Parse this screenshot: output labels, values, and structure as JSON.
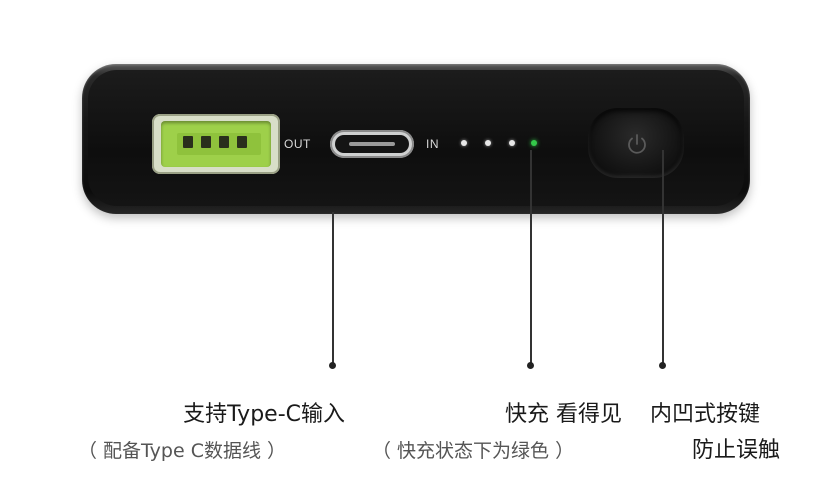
{
  "device": {
    "out_label": "OUT",
    "in_label": "IN"
  },
  "callouts": {
    "left": {
      "title": "支持Type-C输入",
      "subtitle": "（ 配备Type C数据线 ）"
    },
    "middle": {
      "title": "快充 看得见",
      "subtitle": "（ 快充状态下为绿色 ）"
    },
    "right": {
      "title": "内凹式按键",
      "subtitle": "防止误触"
    }
  },
  "colors": {
    "led_white": "#e8e8e8",
    "led_green": "#34c84a",
    "usb_a_insert": "#9ed04a"
  },
  "icons": [
    "power-icon"
  ]
}
